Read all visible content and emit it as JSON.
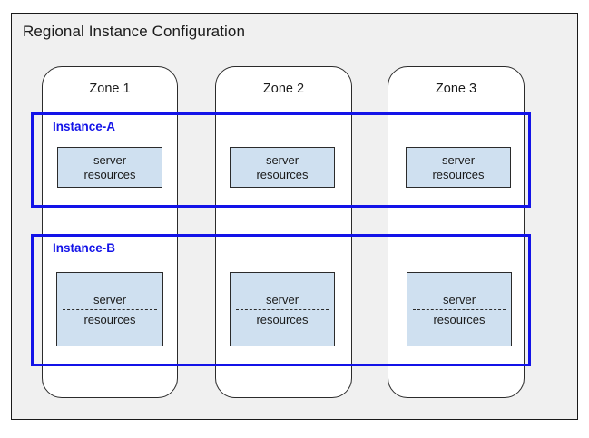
{
  "diagram": {
    "title": "Regional Instance Configuration",
    "colors": {
      "instance_border": "#1313e8",
      "instance_label": "#1313e8",
      "resource_fill": "#cfe0f0",
      "region_background": "#f0f0f0",
      "outline": "#2b2b2b"
    },
    "zones": [
      {
        "label": "Zone 1"
      },
      {
        "label": "Zone 2"
      },
      {
        "label": "Zone 3"
      }
    ],
    "instances": [
      {
        "label": "Instance-A",
        "resources": [
          {
            "line1": "server",
            "line2": "resources",
            "split": false
          },
          {
            "line1": "server",
            "line2": "resources",
            "split": false
          },
          {
            "line1": "server",
            "line2": "resources",
            "split": false
          }
        ]
      },
      {
        "label": "Instance-B",
        "resources": [
          {
            "line1": "server",
            "line2": "resources",
            "split": true
          },
          {
            "line1": "server",
            "line2": "resources",
            "split": true
          },
          {
            "line1": "server",
            "line2": "resources",
            "split": true
          }
        ]
      }
    ]
  }
}
